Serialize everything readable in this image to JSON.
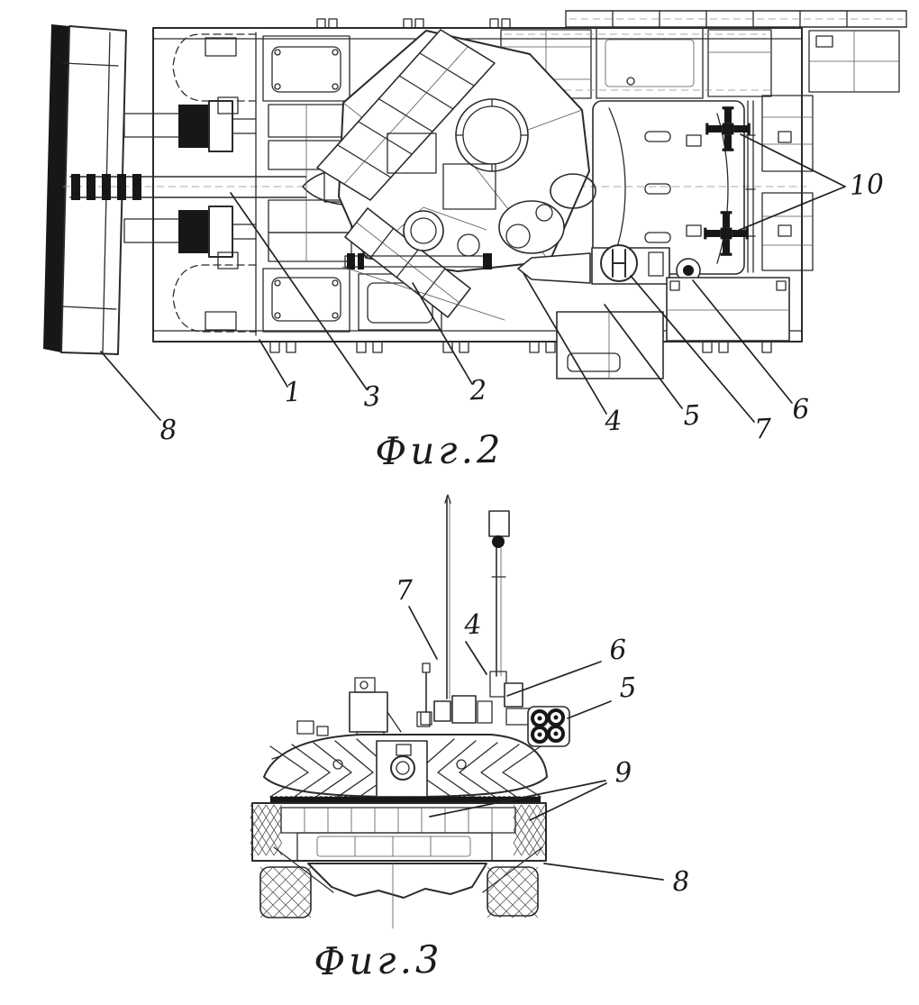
{
  "page": {
    "background": "#ffffff",
    "ink": "#2b2b2b"
  },
  "figures": [
    {
      "name": "top-plan-view-of-vehicle",
      "caption": "Фиг.2",
      "callouts": [
        {
          "label": "8"
        },
        {
          "label": "1"
        },
        {
          "label": "3"
        },
        {
          "label": "2"
        },
        {
          "label": "4"
        },
        {
          "label": "5"
        },
        {
          "label": "7"
        },
        {
          "label": "6"
        },
        {
          "label": "10"
        }
      ]
    },
    {
      "name": "front-view-of-vehicle",
      "caption": "Фиг.3",
      "callouts": [
        {
          "label": "7"
        },
        {
          "label": "4"
        },
        {
          "label": "6"
        },
        {
          "label": "5"
        },
        {
          "label": "9"
        },
        {
          "label": "8"
        }
      ]
    }
  ]
}
